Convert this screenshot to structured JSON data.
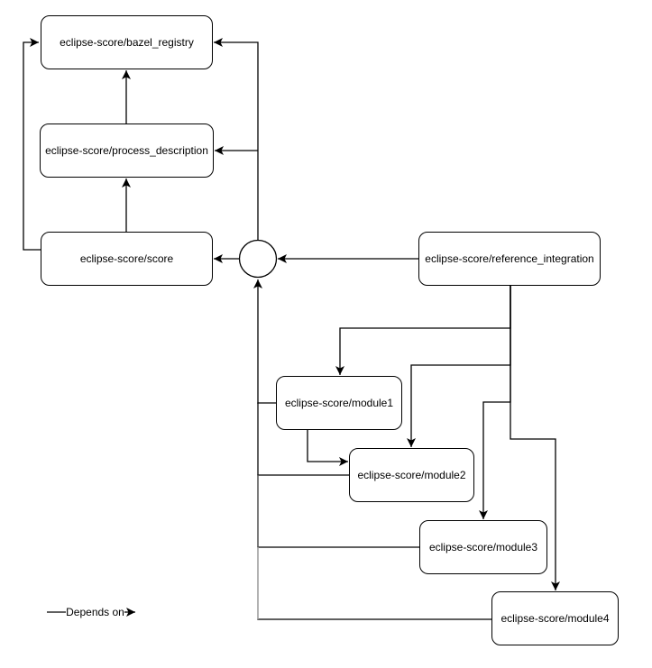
{
  "diagram": {
    "type": "dependency-graph",
    "colors": {
      "background": "#ffffff",
      "node_fill": "#ffffff",
      "stroke": "#000000",
      "text": "#000000",
      "merge_line_shades": [
        "#000000",
        "#1a1a1a",
        "#4d4d4d",
        "#9e9e9e"
      ]
    },
    "nodes": [
      {
        "id": "bazel-registry",
        "label": "eclipse-score/bazel_registry"
      },
      {
        "id": "process-description",
        "label": "eclipse-score/process_description"
      },
      {
        "id": "score",
        "label": "eclipse-score/score"
      },
      {
        "id": "reference-integration",
        "label": "eclipse-score/reference_integration"
      },
      {
        "id": "module1",
        "label": "eclipse-score/module1"
      },
      {
        "id": "module2",
        "label": "eclipse-score/module2"
      },
      {
        "id": "module3",
        "label": "eclipse-score/module3"
      },
      {
        "id": "module4",
        "label": "eclipse-score/module4"
      }
    ],
    "junction": {
      "shape": "circle",
      "label": ""
    },
    "legend": {
      "label": "Depends on"
    },
    "edges": [
      {
        "from": "eclipse-score/score",
        "to": "eclipse-score/bazel_registry"
      },
      {
        "from": "eclipse-score/score",
        "to": "eclipse-score/process_description"
      },
      {
        "from": "eclipse-score/process_description",
        "to": "eclipse-score/bazel_registry"
      },
      {
        "from": "junction",
        "to": "eclipse-score/score"
      },
      {
        "from": "junction",
        "to": "eclipse-score/process_description"
      },
      {
        "from": "junction",
        "to": "eclipse-score/bazel_registry"
      },
      {
        "from": "eclipse-score/reference_integration",
        "to": "junction"
      },
      {
        "from": "eclipse-score/reference_integration",
        "to": "eclipse-score/module1"
      },
      {
        "from": "eclipse-score/reference_integration",
        "to": "eclipse-score/module2"
      },
      {
        "from": "eclipse-score/reference_integration",
        "to": "eclipse-score/module3"
      },
      {
        "from": "eclipse-score/reference_integration",
        "to": "eclipse-score/module4"
      },
      {
        "from": "eclipse-score/module1",
        "to": "eclipse-score/module2"
      },
      {
        "from": "eclipse-score/module1",
        "to": "junction"
      },
      {
        "from": "eclipse-score/module2",
        "to": "junction"
      },
      {
        "from": "eclipse-score/module3",
        "to": "junction"
      },
      {
        "from": "eclipse-score/module4",
        "to": "junction"
      }
    ]
  }
}
